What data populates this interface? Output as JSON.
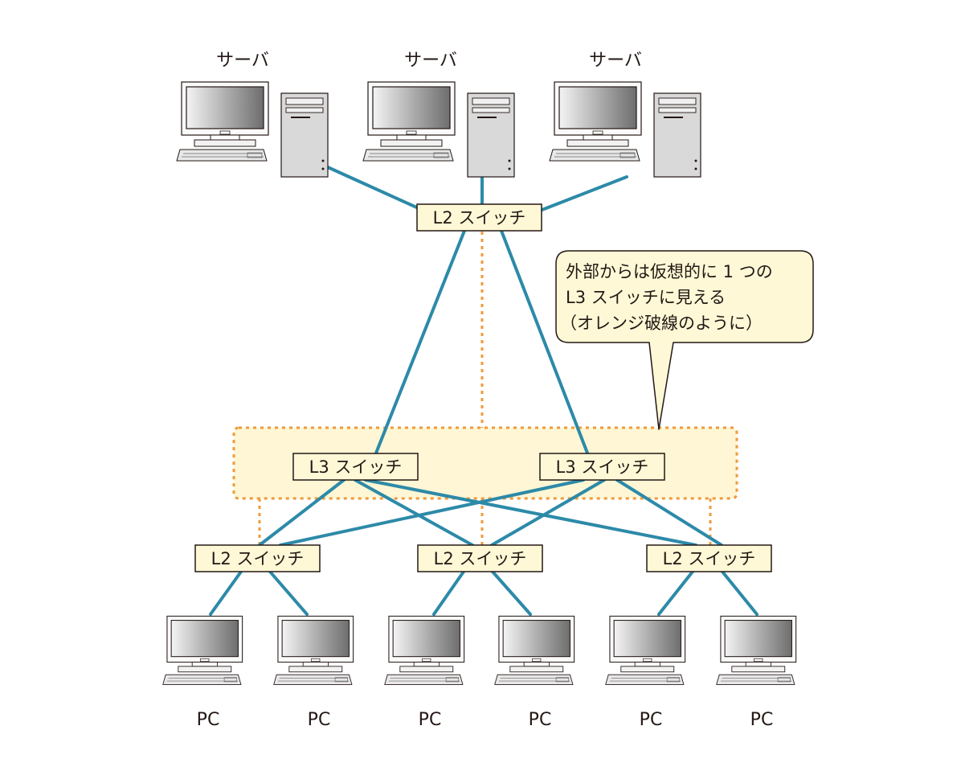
{
  "servers": [
    {
      "label": "サーバ"
    },
    {
      "label": "サーバ"
    },
    {
      "label": "サーバ"
    }
  ],
  "switches": {
    "core_l2": {
      "label": "L2 スイッチ"
    },
    "l3": [
      {
        "label": "L3 スイッチ"
      },
      {
        "label": "L3 スイッチ"
      }
    ],
    "access_l2": [
      {
        "label": "L2 スイッチ"
      },
      {
        "label": "L2 スイッチ"
      },
      {
        "label": "L2 スイッチ"
      }
    ]
  },
  "pcs": [
    {
      "label": "PC"
    },
    {
      "label": "PC"
    },
    {
      "label": "PC"
    },
    {
      "label": "PC"
    },
    {
      "label": "PC"
    },
    {
      "label": "PC"
    }
  ],
  "callout": {
    "lines": [
      "外部からは仮想的に 1 つの",
      "L3 スイッチに見える",
      "（オレンジ破線のように）"
    ]
  },
  "colors": {
    "link": "#2c8aa8",
    "virtual": "#ef9a3a",
    "switch_fill": "#fff8d6",
    "virtual_fill": "#fef6d4"
  }
}
